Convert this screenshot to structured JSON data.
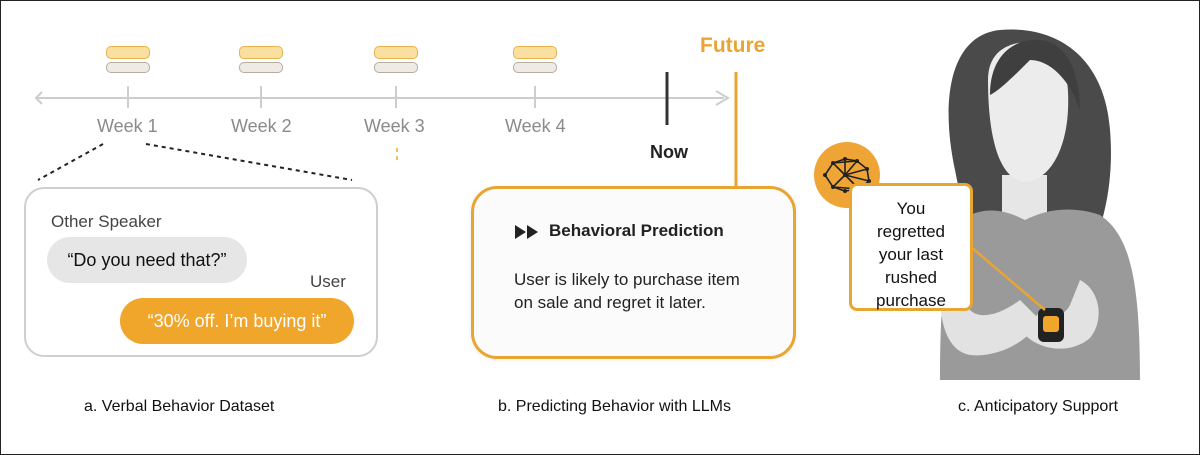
{
  "timeline": {
    "weeks": [
      "Week 1",
      "Week 2",
      "Week 3",
      "Week 4"
    ],
    "now_label": "Now",
    "future_label": "Future"
  },
  "panel_a": {
    "other_speaker_label": "Other Speaker",
    "other_speaker_quote": "“Do you need that?”",
    "user_label": "User",
    "user_quote": "“30% off. I’m buying it”",
    "caption": "a. Verbal Behavior Dataset"
  },
  "panel_b": {
    "title": "Behavioral Prediction",
    "body_line1": "User is likely to purchase item",
    "body_line2": "on sale and regret it later.",
    "caption": "b. Predicting Behavior with LLMs"
  },
  "panel_c": {
    "message_line1": "You",
    "message_line2": "regretted",
    "message_line3": "your last",
    "message_line4": "rushed",
    "message_line5": "purchase",
    "caption": "c. Anticipatory Support"
  },
  "colors": {
    "accent": "#e8a532",
    "bubble_orange": "#f0a52b",
    "bubble_gray": "#e6e6e6",
    "timeline_gray": "#c8c8c8"
  }
}
